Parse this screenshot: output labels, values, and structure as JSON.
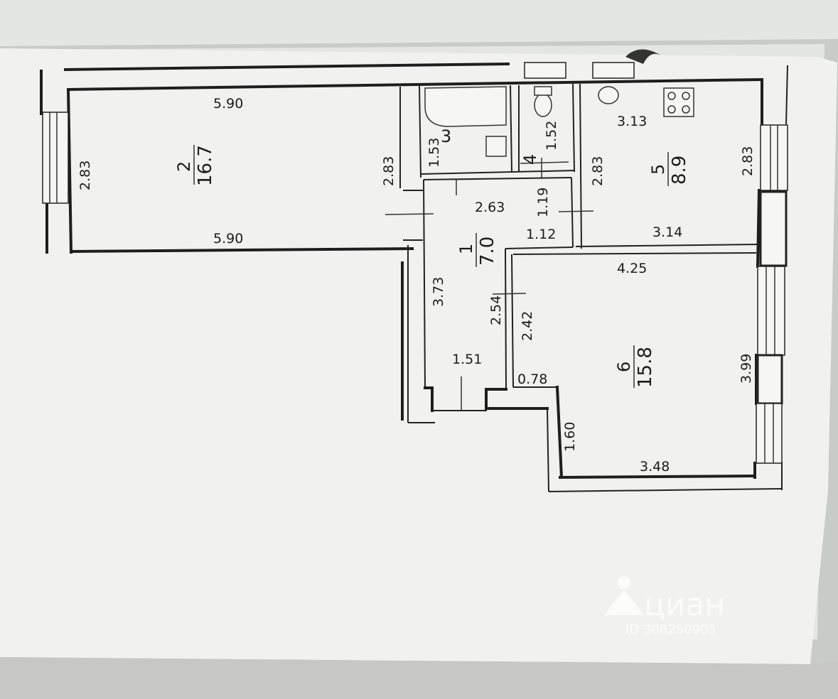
{
  "rooms": [
    {
      "id": "1",
      "number": "1",
      "area": "7.0"
    },
    {
      "id": "2",
      "number": "2",
      "area": "16.7"
    },
    {
      "id": "3",
      "number": "3",
      "area": ""
    },
    {
      "id": "4",
      "number": "4",
      "area": ""
    },
    {
      "id": "5",
      "number": "5",
      "area": "8.9"
    },
    {
      "id": "6",
      "number": "6",
      "area": "15.8"
    }
  ],
  "dimensions": {
    "room2_top": "5.90",
    "room2_bottom": "5.90",
    "room2_left": "2.83",
    "room2_right": "2.83",
    "bath_height": "1.53",
    "wc_width": "1.52",
    "kitchen_top": "3.13",
    "kitchen_bottom": "3.14",
    "kitchen_left": "2.83",
    "kitchen_right": "2.83",
    "hall_top": "2.63",
    "hall_niche_height": "1.19",
    "hall_niche_width": "1.12",
    "hall_left": "3.73",
    "hall_right": "2.54",
    "hall_bottom": "1.51",
    "room6_top": "4.25",
    "room6_left": "2.42",
    "room6_right": "3.99",
    "room6_bottom": "3.48",
    "room6_step_width": "0.78",
    "room6_step_height": "1.60"
  },
  "watermark": {
    "brand": "циан",
    "id_text": "ID 308250905"
  }
}
